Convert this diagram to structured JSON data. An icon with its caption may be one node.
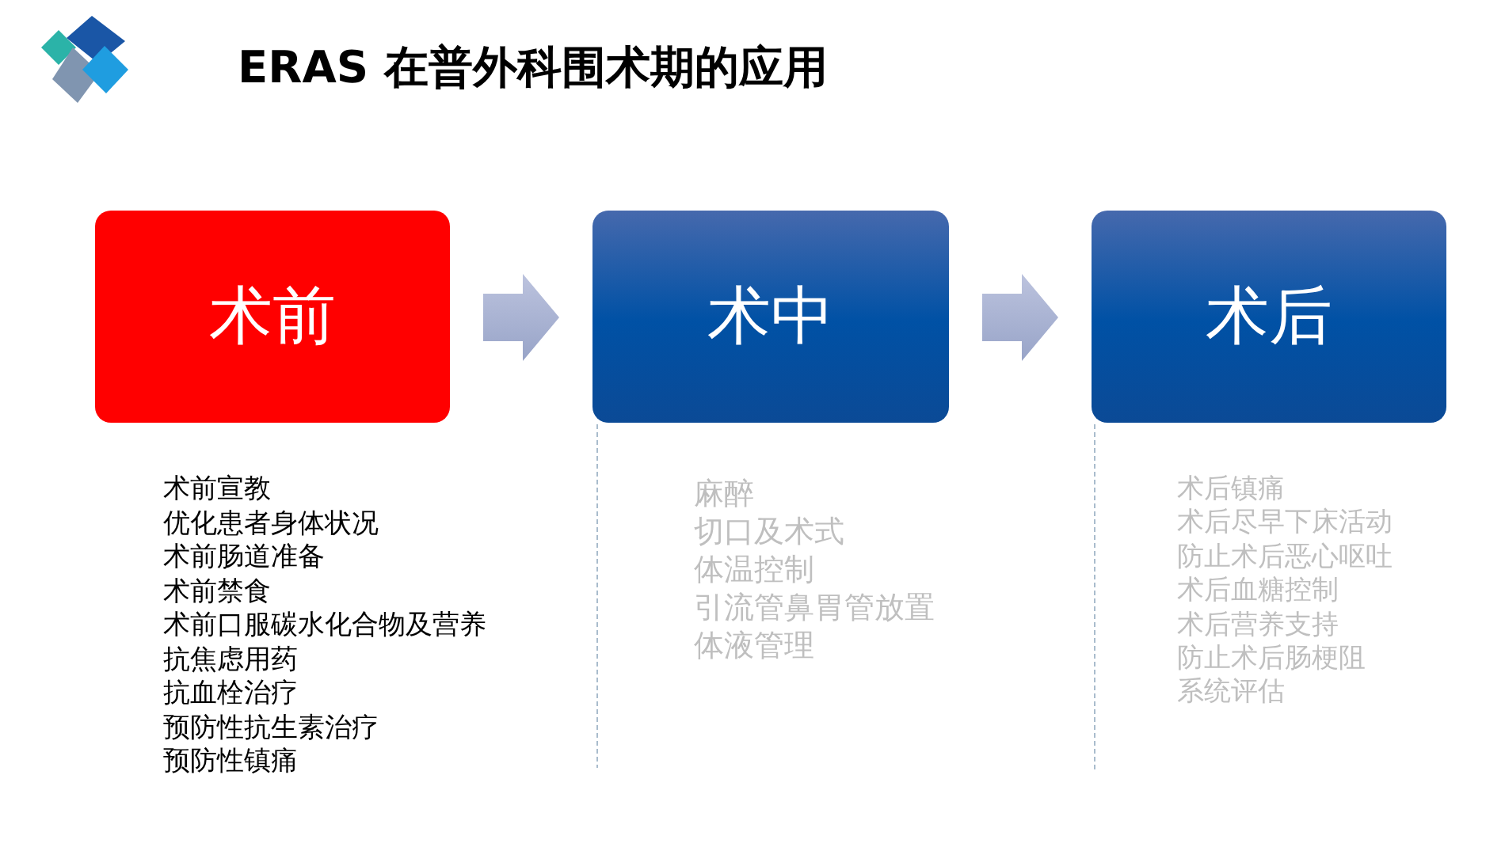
{
  "diagram": {
    "title": "ERAS 在普外科围术期的应用",
    "nodes": [
      {
        "text": [
          "术前"
        ],
        "beside": [
          "术前宣教",
          "优化患者身体状况",
          "术前肠道准备",
          "术前禁食",
          "术前口服碳水化合物及营养",
          "抗焦虑用药",
          "抗血栓治疗",
          "预防性抗生素治疗",
          "预防性镇痛"
        ]
      },
      {
        "text": [
          "术中"
        ],
        "beside": [
          "麻醉",
          "切口及术式",
          "体温控制",
          "引流管鼻胃管放置",
          "体液管理"
        ]
      },
      {
        "text": [
          "术后"
        ],
        "beside": [
          "术后镇痛",
          "术后尽早下床活动",
          "防止术后恶心呕吐",
          "术后血糖控制",
          "术后营养支持",
          "防止术后肠梗阻",
          "系统评估"
        ]
      }
    ],
    "edges": [
      {
        "from": 0,
        "to": 1,
        "arrow": "to"
      },
      {
        "from": 1,
        "to": 2,
        "arrow": "to"
      }
    ]
  }
}
